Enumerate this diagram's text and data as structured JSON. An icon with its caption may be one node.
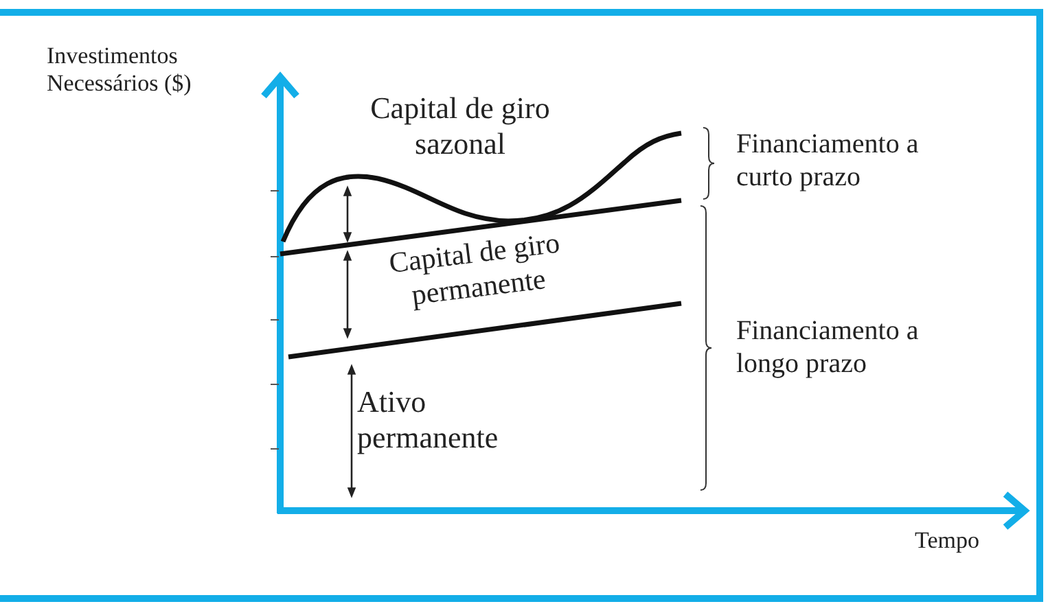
{
  "diagram": {
    "labels": [
      "Investimentos Necessários ($)",
      "Capital de giro sazonal",
      "Capital de giro permanente",
      "Ativo permanente",
      "Financiamento a curto prazo",
      "Financiamento a longo prazo",
      "Tempo"
    ]
  }
}
